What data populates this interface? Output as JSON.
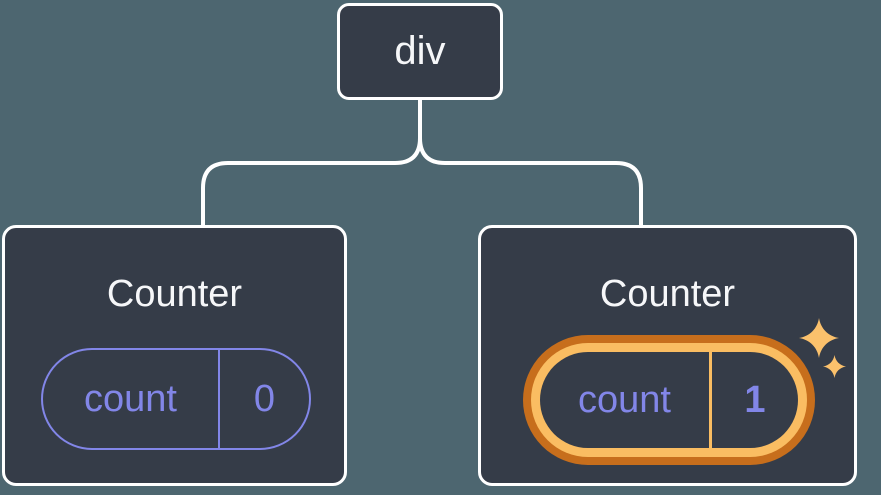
{
  "diagram": {
    "background_color": "#4D6670",
    "card_fill": "#353C48",
    "card_border_color": "#FFFFFF",
    "connector_color": "#FFFFFF",
    "state_accent_color": "#8286E8",
    "highlight_ring_outer_color": "#C76E1C",
    "highlight_ring_inner_color": "#FABD62",
    "sparkle_color": "#FBC16C",
    "root": {
      "label": "div"
    },
    "children": [
      {
        "title": "Counter",
        "state": {
          "key": "count",
          "value": "0"
        },
        "highlighted": false
      },
      {
        "title": "Counter",
        "state": {
          "key": "count",
          "value": "1"
        },
        "highlighted": true
      }
    ]
  }
}
